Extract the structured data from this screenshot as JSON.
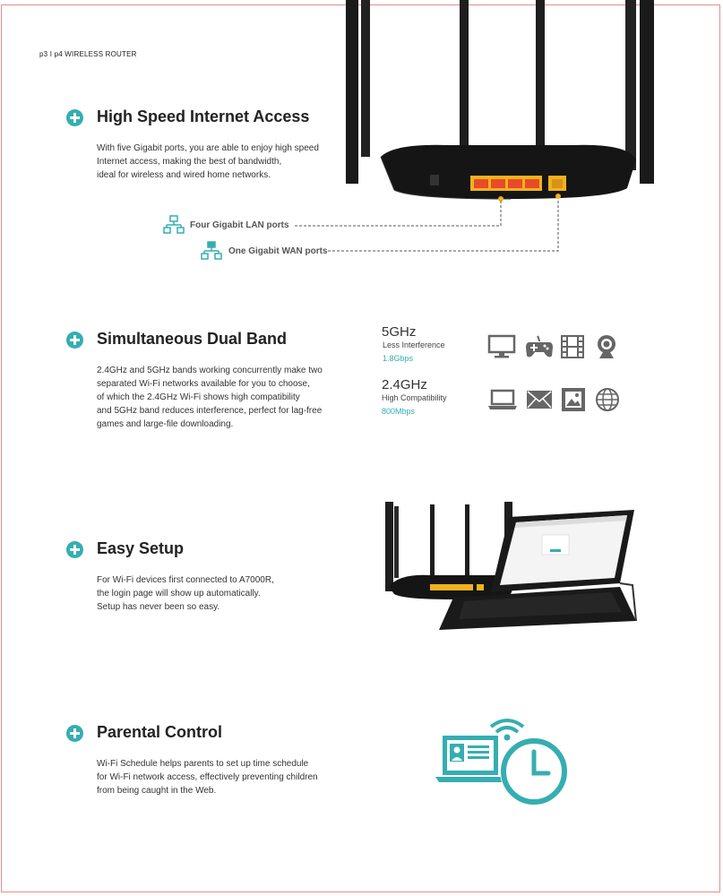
{
  "page": {
    "number_label": "p3  I  p4   WIRELESS ROUTER"
  },
  "sections": [
    {
      "title": "High Speed Internet Access",
      "lines": [
        "With five Gigabit ports, you are able to enjoy high speed",
        "Internet access, making the best of bandwidth,",
        "ideal for wireless and wired home networks."
      ]
    },
    {
      "title": "Simultaneous Dual Band",
      "lines": [
        "2.4GHz and 5GHz bands working concurrently make two",
        "separated Wi-Fi networks available for you to choose,",
        "of which the 2.4GHz Wi-Fi  shows high compatibility",
        "and 5GHz band reduces interference, perfect for lag-free",
        "games and large-file downloading."
      ]
    },
    {
      "title": "Easy Setup",
      "lines": [
        "For Wi-Fi devices first connected to A7000R,",
        "the login page will show up automatically.",
        "Setup has never been so easy."
      ]
    },
    {
      "title": "Parental Control",
      "lines": [
        "Wi-Fi Schedule helps parents to set up time schedule",
        "for Wi-Fi network access, effectively preventing children",
        "from being caught in the Web."
      ]
    }
  ],
  "ports": {
    "lan_label": "Four Gigabit LAN  ports",
    "wan_label": "One Gigabit WAN ports"
  },
  "bands": [
    {
      "name": "5GHz",
      "subtitle": "Less Interference",
      "speed": "1.8Gbps",
      "icons": [
        "monitor-icon",
        "gamepad-icon",
        "film-icon",
        "webcam-icon"
      ]
    },
    {
      "name": "2.4GHz",
      "subtitle": "High Compatibility",
      "speed": "800Mbps",
      "icons": [
        "laptop-icon",
        "mail-icon",
        "picture-icon",
        "globe-icon"
      ]
    }
  ],
  "colors": {
    "accent": "#35aeb1",
    "frame": "#e58e8e",
    "port_yellow": "#f2b21b",
    "port_red": "#e84a2a"
  }
}
